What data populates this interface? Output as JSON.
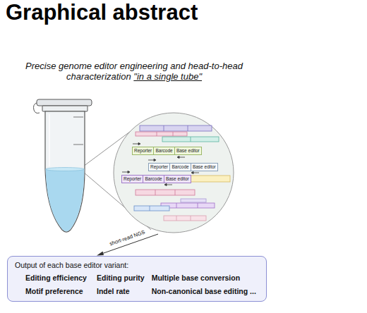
{
  "diagram": {
    "title": "Graphical abstract",
    "nodes": [
      {
        "text": [
          "Reporter"
        ]
      },
      {
        "text": [
          "Barcode"
        ]
      },
      {
        "text": [
          "Base editor"
        ]
      },
      {
        "text": [
          "Reporter"
        ]
      },
      {
        "text": [
          "Barcode"
        ]
      },
      {
        "text": [
          "Base editor"
        ]
      },
      {
        "text": [
          "Reporter"
        ]
      },
      {
        "text": [
          "Barcode"
        ]
      },
      {
        "text": [
          "Base editor"
        ]
      },
      {
        "text": [
          "Output of each base editor variant:",
          "Editing efficiency",
          "Editing purity",
          "Multiple base conversion",
          "Motif preference",
          "Indel rate",
          "Non-canonical base editing ..."
        ]
      }
    ],
    "labels": [
      "Precise genome editor engineering and head-to-head characterization",
      "\"in a single tube\"",
      "short-read NGS"
    ]
  }
}
